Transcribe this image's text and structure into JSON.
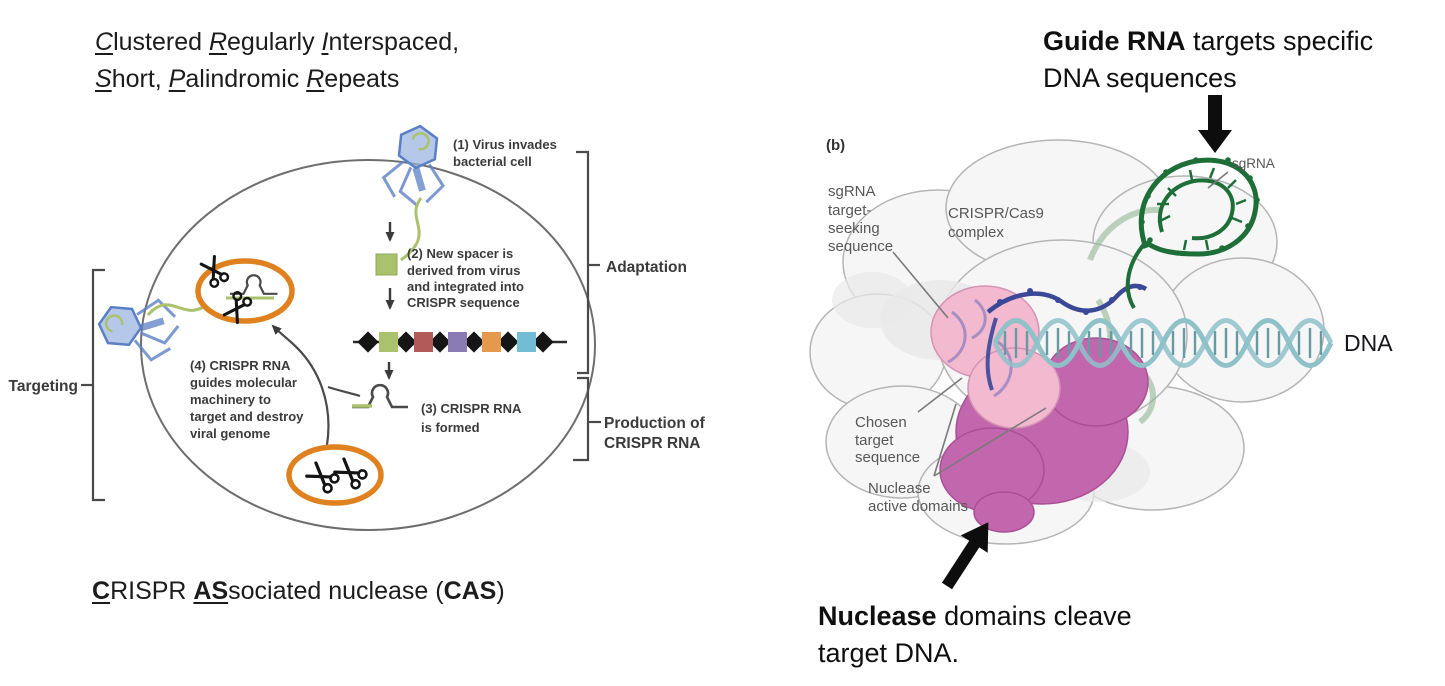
{
  "colors": {
    "orange_ellipse": "#e0811f",
    "spacer_green": "#a9c26b",
    "spacer_red": "#b2595a",
    "spacer_purple": "#8b7bb5",
    "spacer_orange": "#e39a4e",
    "spacer_blue": "#72bcd4",
    "phage_blue": "#9ab3e0",
    "phage_outline": "#5b7fc4",
    "genome_green": "#a9c26b",
    "surface_gray": "#f6f6f6",
    "pink_domain": "#f2b9cf",
    "magenta_domain": "#c267ae",
    "ribbon_blue": "#3a4898",
    "dna_teal": "#8fc1c9",
    "dna_rung": "#679aa3",
    "sgrna_green": "#1e6e38",
    "sgrna_light_green": "#93b896",
    "purple_ribbon": "#9b86c0"
  },
  "left": {
    "title": {
      "seg1": "C",
      "seg2": "lustered ",
      "seg3": "R",
      "seg4": "egularly ",
      "seg5": "I",
      "seg6": "nterspaced,",
      "seg7": "S",
      "seg8": "hort, ",
      "seg9": "P",
      "seg10": "alindromic ",
      "seg11": "R",
      "seg12": "epeats"
    },
    "caption": {
      "seg1": "C",
      "seg2": "RISPR ",
      "seg3": "AS",
      "seg4": "sociated nuclease (",
      "seg5": "CAS",
      "seg6": ")"
    },
    "steps": {
      "s1l1": "(1) Virus invades",
      "s1l2": "bacterial cell",
      "s2l1": "(2) New spacer is",
      "s2l2": "derived from virus",
      "s2l3": "and integrated into",
      "s2l4": "CRISPR sequence",
      "s3l1": "(3) CRISPR RNA",
      "s3l2": "is formed",
      "s4l1": "(4) CRISPR RNA",
      "s4l2": "guides molecular",
      "s4l3": "machinery to",
      "s4l4": "target and destroy",
      "s4l5": "viral genome"
    },
    "brackets": {
      "adaptation": "Adaptation",
      "production_l1": "Production of",
      "production_l2": "CRISPR RNA",
      "targeting": "Targeting"
    }
  },
  "right": {
    "top_note": {
      "bold": "Guide RNA",
      "rest": " targets specific",
      "line2": "DNA sequences"
    },
    "bottom_note": {
      "bold": "Nuclease",
      "rest": " domains cleave",
      "line2": "target DNA."
    },
    "labels": {
      "panel": "(b)",
      "sgrna": "sgRNA",
      "seek_l1": "sgRNA",
      "seek_l2": "target-",
      "seek_l3": "seeking",
      "seek_l4": "sequence",
      "complex_l1": "CRISPR/Cas9",
      "complex_l2": "complex",
      "dna": "DNA",
      "chosen_l1": "Chosen",
      "chosen_l2": "target",
      "chosen_l3": "sequence",
      "nuclease_l1": "Nuclease",
      "nuclease_l2": "active domains"
    }
  }
}
